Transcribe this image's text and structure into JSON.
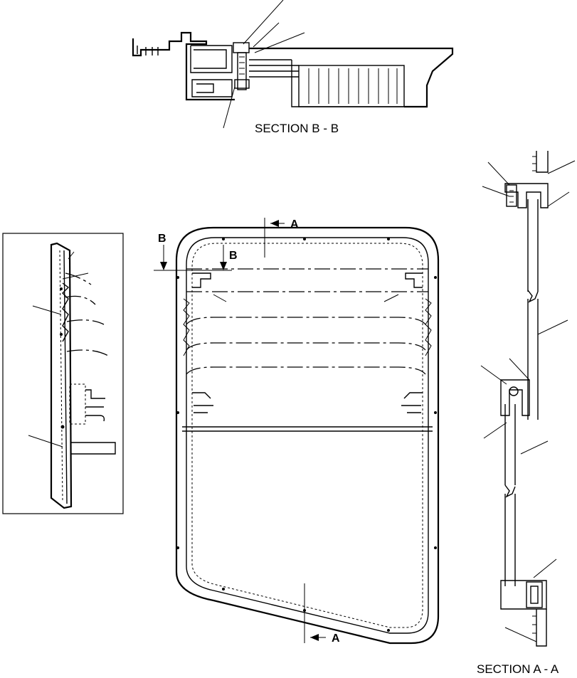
{
  "diagram": {
    "section_b_label": "SECTION B - B",
    "section_a_label": "SECTION A - A",
    "markers": {
      "a_top": "A",
      "a_bottom": "A",
      "b_left": "B",
      "b_right": "B"
    }
  }
}
